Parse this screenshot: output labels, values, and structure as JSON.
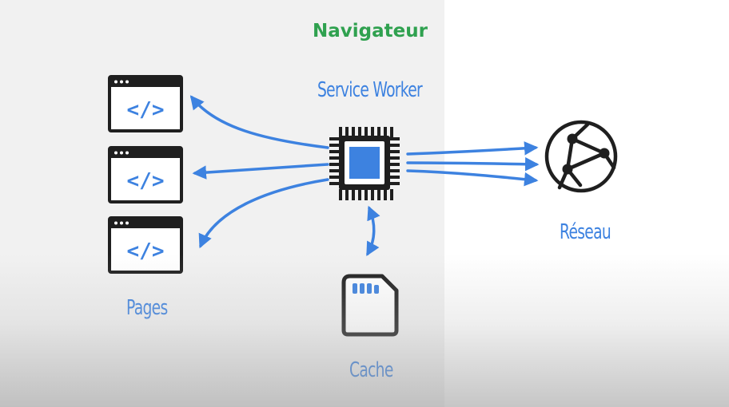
{
  "browser": {
    "title": "Navigateur"
  },
  "service_worker": {
    "label": "Service Worker"
  },
  "pages": {
    "label": "Pages",
    "code_symbol": "</>",
    "count": 3
  },
  "network": {
    "label": "Réseau"
  },
  "cache": {
    "label": "Cache"
  },
  "colors": {
    "accent_blue": "#3d82e0",
    "title_green": "#2fa14f",
    "icon_dark": "#1f1f1f",
    "browser_zone": "#f1f1f1"
  },
  "icons": [
    "browser-window-code-icon",
    "cpu-chip-icon",
    "network-globe-icon",
    "sd-card-icon"
  ]
}
